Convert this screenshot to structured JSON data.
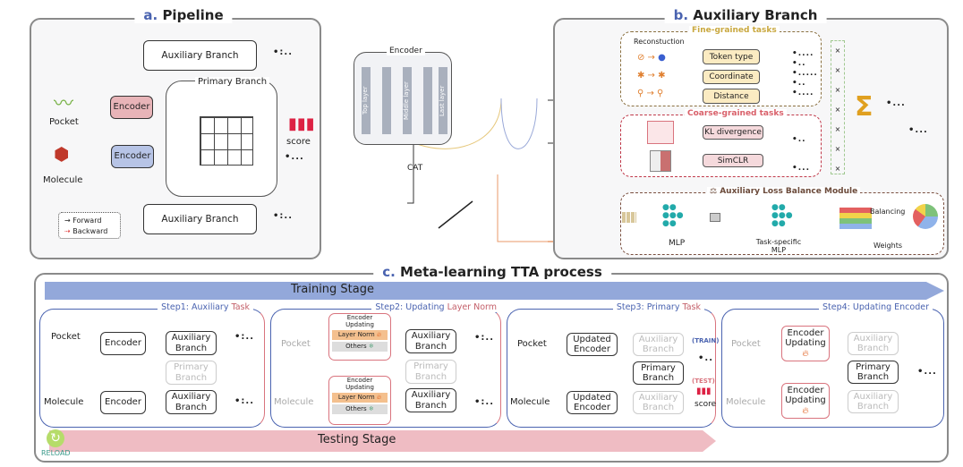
{
  "pipeline": {
    "letter": "a.",
    "title": "Pipeline",
    "pocket": "Pocket",
    "molecule": "Molecule",
    "encoder": "Encoder",
    "aux_branch": "Auxiliary Branch",
    "primary_branch": "Primary Branch",
    "score": "score",
    "legend": {
      "forward": "Forward",
      "backward": "Backward"
    }
  },
  "encoder_block": {
    "title": "Encoder",
    "layers": [
      "Top layer",
      "Middle layer",
      "Last layer"
    ],
    "cat": "CAT"
  },
  "auxiliary": {
    "letter": "b.",
    "title": "Auxiliary Branch",
    "fine_title": "Fine-grained tasks",
    "reconstruction": "Reconstuction",
    "fine_tasks": [
      "Token type",
      "Coordinate",
      "Distance"
    ],
    "coarse_title": "Coarse-grained tasks",
    "coarse_tasks": [
      "KL divergence",
      "SimCLR"
    ],
    "balance_title": "Auxiliary Loss Balance Module",
    "mlp": "MLP",
    "task_mlp": "Task-specific MLP",
    "balancing": "Balancing",
    "weights": "Weights"
  },
  "meta": {
    "letter": "c.",
    "title": "Meta-learning TTA process",
    "training": "Training Stage",
    "testing": "Testing Stage",
    "reload": "RELOAD",
    "step1": {
      "title_a": "Step1:",
      "title_b": "Auxiliary",
      "title_c": "Task"
    },
    "step2": {
      "title_a": "Step2:",
      "title_b": "Updating",
      "title_c": "Layer Norm",
      "enc_updating": "Encoder Updating",
      "layer_norm": "Layer Norm",
      "others": "Others"
    },
    "step3": {
      "title_a": "Step3:",
      "title_b": "Primary",
      "title_c": "Task",
      "updated_encoder": "Updated Encoder",
      "train": "(TRAIN)",
      "test": "(TEST)"
    },
    "step4": {
      "title": "Step4:  Updating Encoder",
      "enc_updating": "Encoder Updating"
    },
    "pocket": "Pocket",
    "molecule": "Molecule",
    "encoder": "Encoder",
    "aux_branch": "Auxiliary Branch",
    "primary_branch": "Primary Branch",
    "score": "score"
  },
  "colors": {
    "blue": "#4a63b0",
    "pink": "#d9747e",
    "train_arrow": "#93a8da",
    "test_arrow": "#efbcc3",
    "enc_pink": "#e8b4b8",
    "enc_blue": "#b7c4e6"
  }
}
